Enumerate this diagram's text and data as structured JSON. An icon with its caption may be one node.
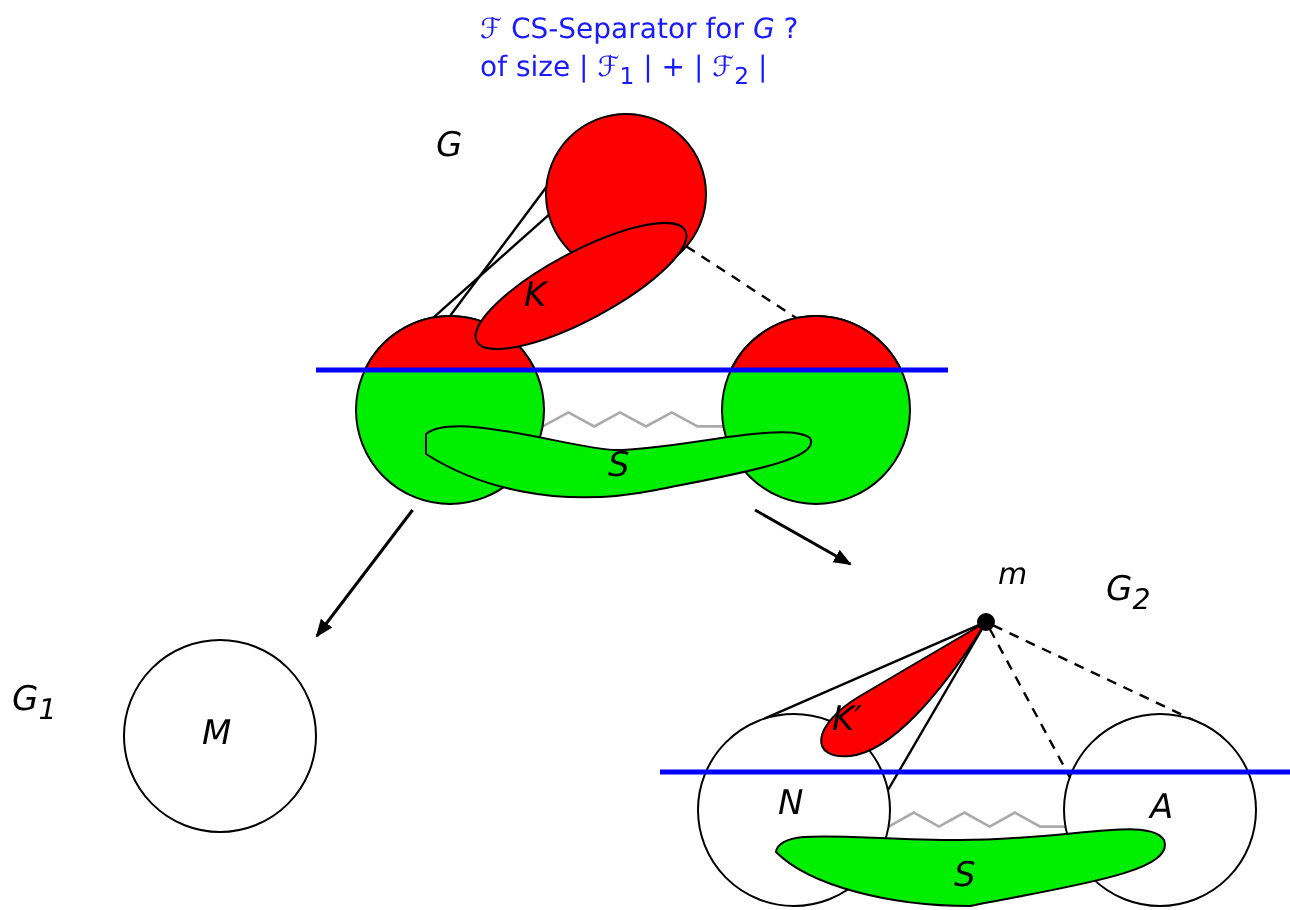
{
  "diagram": {
    "title": "ℱ CS-Separator for *G* ? of size | ℱ$_{1}$ | + | ℱ$_{2}$ |",
    "nodes": [
      {
        "text": [
          "G"
        ]
      },
      {
        "text": [],
        "shape": "circle",
        "in": 0
      },
      {
        "text": [
          "K"
        ],
        "in": 0
      },
      {
        "text": [],
        "shape": "circle",
        "in": 0
      },
      {
        "text": [],
        "shape": "circle",
        "in": 0
      },
      {
        "text": [
          "S"
        ],
        "in": 0
      },
      {
        "text": [
          "G$_{1}$"
        ]
      },
      {
        "text": [
          "M"
        ],
        "in": 6
      },
      {
        "text": [
          "G$_{2}$"
        ]
      },
      {
        "text": [],
        "shape": "circle",
        "beside": [
          "m"
        ],
        "in": 8
      },
      {
        "text": [
          "K′"
        ],
        "in": 8
      },
      {
        "text": [
          "N"
        ],
        "in": 8
      },
      {
        "text": [
          "A"
        ],
        "in": 8
      },
      {
        "text": [
          "S"
        ],
        "in": 8
      }
    ],
    "edges": [
      {
        "from": 0,
        "to": 6,
        "arrow": "to"
      },
      {
        "from": 0,
        "to": 8,
        "arrow": "to"
      },
      {
        "from": 1,
        "to": 3,
        "arrow": "none"
      },
      {
        "from": 1,
        "to": 3,
        "arrow": "none"
      },
      {
        "from": 1,
        "to": 4,
        "arrow": "none",
        "style": "dashed"
      },
      {
        "from": 3,
        "to": 4,
        "arrow": "none",
        "color": "#aaaaaa"
      },
      {
        "from": 9,
        "to": 11,
        "arrow": "none"
      },
      {
        "from": 9,
        "to": 11,
        "arrow": "none"
      },
      {
        "from": 9,
        "to": 12,
        "arrow": "none",
        "style": "dashed"
      },
      {
        "from": 9,
        "to": 12,
        "arrow": "none",
        "style": "dashed"
      },
      {
        "from": 11,
        "to": 12,
        "arrow": "none",
        "color": "#aaaaaa"
      }
    ]
  }
}
